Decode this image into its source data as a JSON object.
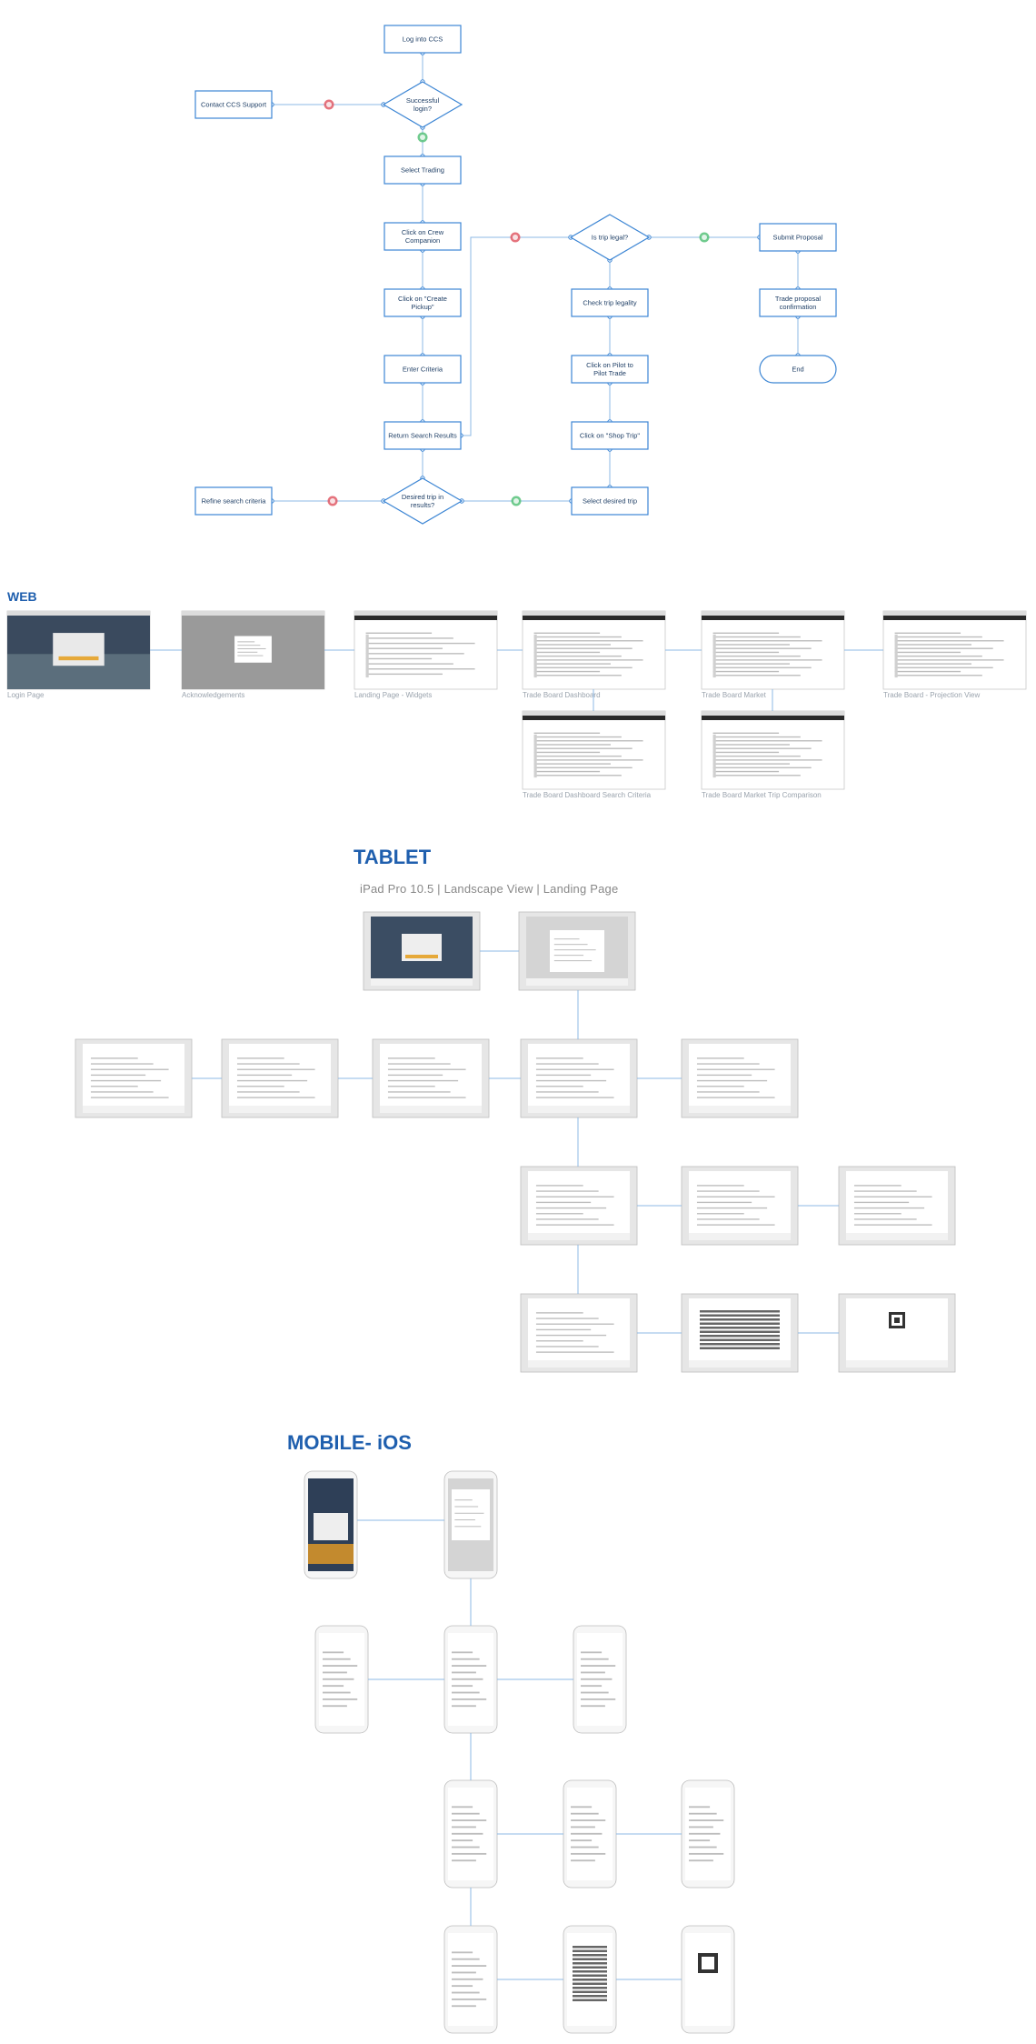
{
  "colors": {
    "node_stroke": "#3d86d4",
    "connector": "#8cb8e4",
    "title": "#1f5fae",
    "fail_marker": "#e05a66",
    "pass_marker": "#57c27a",
    "frame_bg": "#e6e6e6"
  },
  "flowchart": {
    "nodes": [
      {
        "id": "login",
        "label": "Log into CCS"
      },
      {
        "id": "success",
        "label": "Successful login?"
      },
      {
        "id": "support",
        "label": "Contact CCS Support"
      },
      {
        "id": "trading",
        "label": "Select Trading"
      },
      {
        "id": "crew",
        "label": "Click on Crew Companion"
      },
      {
        "id": "pickup",
        "label": "Click on \"Create Pickup\""
      },
      {
        "id": "criteria",
        "label": "Enter Criteria"
      },
      {
        "id": "results",
        "label": "Return Search Results"
      },
      {
        "id": "desired",
        "label": "Desired trip in results?"
      },
      {
        "id": "refine",
        "label": "Refine search criteria"
      },
      {
        "id": "select",
        "label": "Select desired trip"
      },
      {
        "id": "shop",
        "label": "Click on \"Shop Trip\""
      },
      {
        "id": "pilot",
        "label": "Click on Pilot to Pilot Trade"
      },
      {
        "id": "legality",
        "label": "Check trip legality"
      },
      {
        "id": "legal",
        "label": "Is trip legal?"
      },
      {
        "id": "submit",
        "label": "Submit Proposal"
      },
      {
        "id": "confirm",
        "label": "Trade proposal confirmation"
      },
      {
        "id": "end",
        "label": "End"
      }
    ]
  },
  "web": {
    "title": "WEB",
    "screens": [
      {
        "caption": "Login Page"
      },
      {
        "caption": "Acknowledgements"
      },
      {
        "caption": "Landing Page - Widgets"
      },
      {
        "caption": "Trade Board Dashboard"
      },
      {
        "caption": "Trade Board Market"
      },
      {
        "caption": "Trade Board - Projection View"
      },
      {
        "caption": "Trade Board Dashboard Search Criteria"
      },
      {
        "caption": "Trade Board Market Trip Comparison"
      }
    ]
  },
  "tablet": {
    "title": "TABLET",
    "subtitle": "iPad Pro 10.5  |  Landscape View  |  Landing Page",
    "screens": 14
  },
  "mobile": {
    "title": "MOBILE- iOS",
    "screens": 12
  }
}
